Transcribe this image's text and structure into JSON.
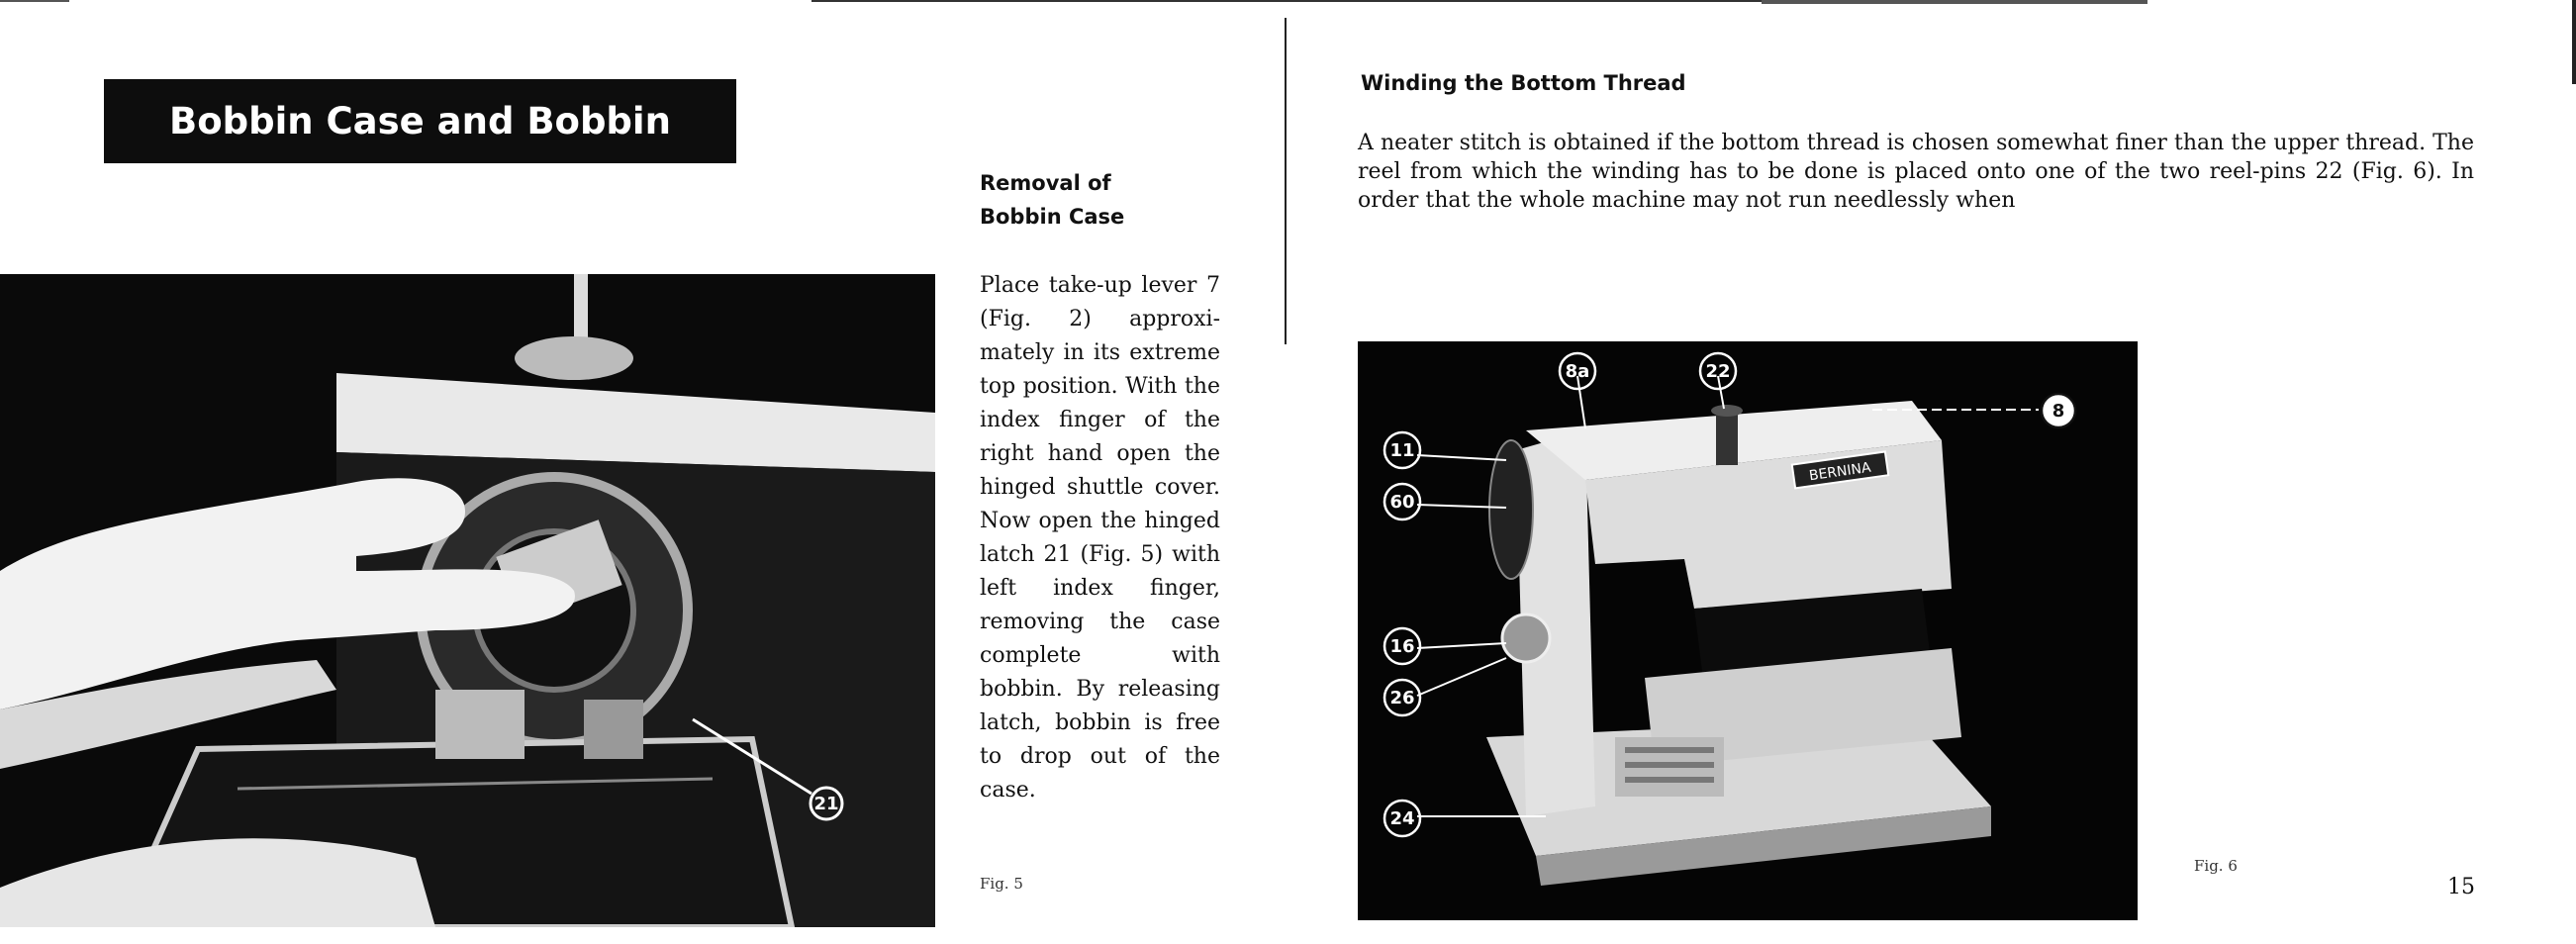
{
  "left_page": {
    "title": "Bobbin Case and Bobbin",
    "removal_heading_line1": "Removal of",
    "removal_heading_line2": "Bobbin Case",
    "removal_text": "Place take-up lever 7 (Fig. 2) approxi­mately in its extre­me top position. With the index fin­ger of the right hand open the hing­ed shuttle cover. Now open the hing­ed latch 21 (Fig. 5) with left index fin­ger, removing the case complete with bobbin. By releas­ing latch, bobbin is free to drop out of the case.",
    "figure_label": "Fig. 5"
  },
  "right_page": {
    "heading": "Winding the Bottom Thread",
    "body": "A neater stitch is obtained if the bottom thread is chosen somewhat finer than the upper thread. The reel from which the winding has to be done is placed onto one of the two reel-pins 22 (Fig. 6). In order that the whole machine may not run needlessly when",
    "figure_label": "Fig. 6",
    "page_number": "15",
    "machine_brand": "BERNINA",
    "callouts": [
      "8a",
      "22",
      "8",
      "11",
      "60",
      "16",
      "26",
      "24"
    ],
    "fig5_callout": "21"
  }
}
